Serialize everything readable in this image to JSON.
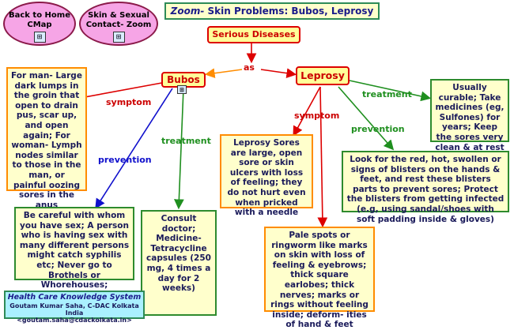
{
  "nav": {
    "back_label": "Back to Home CMap",
    "skin_label": "Skin & Sexual Contact- Zoom"
  },
  "title": {
    "prefix": "Zoom-",
    "text": " Skin Problems: Bubos, Leprosy"
  },
  "nodes": {
    "serious": "Serious Diseases",
    "bubos": "Bubos",
    "leprosy": "Leprosy",
    "bubos_symptom": "For man- Large dark lumps in the groin that open to drain pus, scar up, and open again; For woman- Lymph nodes similar to those in the man, or painful oozing sores in the anus",
    "bubos_prevention": "Be careful with whom you have sex; A person who is having sex with many different persons might catch syphilis etc; Never go to Brothels or Whorehouses;",
    "bubos_treatment": "Consult doctor; Medicine- Tetracycline capsules (250 mg, 4 times a day for 2 weeks)",
    "leprosy_symptom_sores": "Leprosy Sores are large, open sore or skin ulcers with loss of feeling; they do not hurt even when pricked with a needle",
    "leprosy_symptom_spots": "Pale spots or ringworm like marks on skin with loss of feeling & eyebrows; thick square earlobes; thick nerves; marks or rings without feeling inside; deform- ities of hand & feet",
    "leprosy_treatment": "Usually curable; Take medicines (eg, Sulfones) for years; Keep the sores very clean & at rest",
    "leprosy_prevention": "Look for the red, hot, swollen or signs of blisters on the hands & feet, and rest these blisters parts to prevent sores; Protect the blisters from getting infected (e.g, using sandal/shoes with soft padding inside & gloves)"
  },
  "links": {
    "as": "as",
    "symptom_bubos": "symptom",
    "prevention_bubos": "prevention",
    "treatment_bubos": "treatment",
    "symptom_leprosy": "symptom",
    "treatment_leprosy": "treatment",
    "prevention_leprosy": "prevention"
  },
  "footer": {
    "heading": "Health Care Knowledge System",
    "author": "Goutam Kumar Saha, C-DAC Kolkata India",
    "email": "<goutam.saha@cdackolkata.in>"
  },
  "colors": {
    "orange": "#ff8c00",
    "red": "#dd0000",
    "green": "#1f8f1f",
    "blue": "#1010cc"
  },
  "icons": [
    "concept-map-icon",
    "concept-map-icon",
    "concept-map-icon"
  ]
}
